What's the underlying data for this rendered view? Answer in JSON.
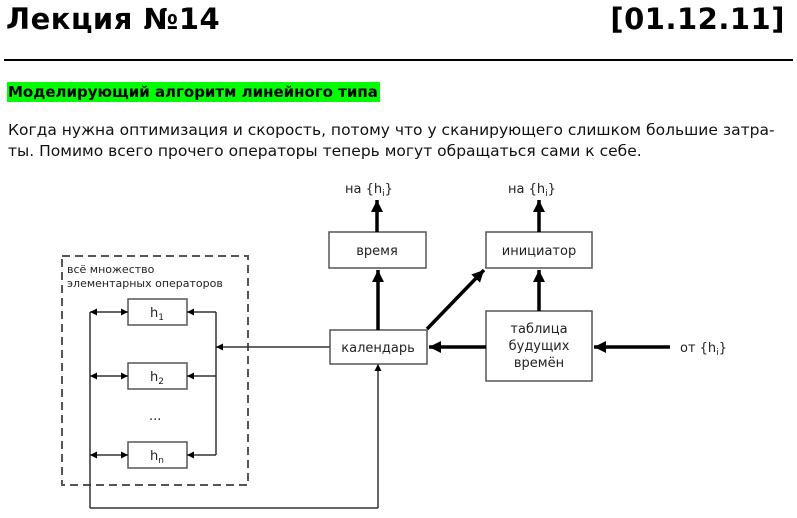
{
  "header": {
    "title": "Лекция №14",
    "date": "[01.12.11]"
  },
  "section": {
    "heading": "Моделирующий алгоритм линейного типа",
    "highlight_color": "#00ff00",
    "paragraph_line1": "Когда нужна оптимизация и скорость, потому что у сканирующего слишком большие затра-",
    "paragraph_line2": "ты. Помимо всего прочего операторы теперь могут обращаться сами к себе."
  },
  "diagram": {
    "group_label_line1": "всё множество",
    "group_label_line2": "элементарных операторов",
    "operators": [
      {
        "base": "h",
        "sub": "1"
      },
      {
        "base": "h",
        "sub": "2"
      },
      {
        "base": "h",
        "sub": "n"
      }
    ],
    "ellipsis": "...",
    "nodes": {
      "time": "время",
      "initiator": "инициатор",
      "calendar": "календарь",
      "future_table_line1": "таблица",
      "future_table_line2": "будущих",
      "future_table_line3": "времён"
    },
    "outputs": {
      "time_out_prefix": "на {h",
      "initiator_out_prefix": "на {h",
      "input_prefix": "от {h",
      "sub": "i",
      "suffix": "}"
    }
  }
}
